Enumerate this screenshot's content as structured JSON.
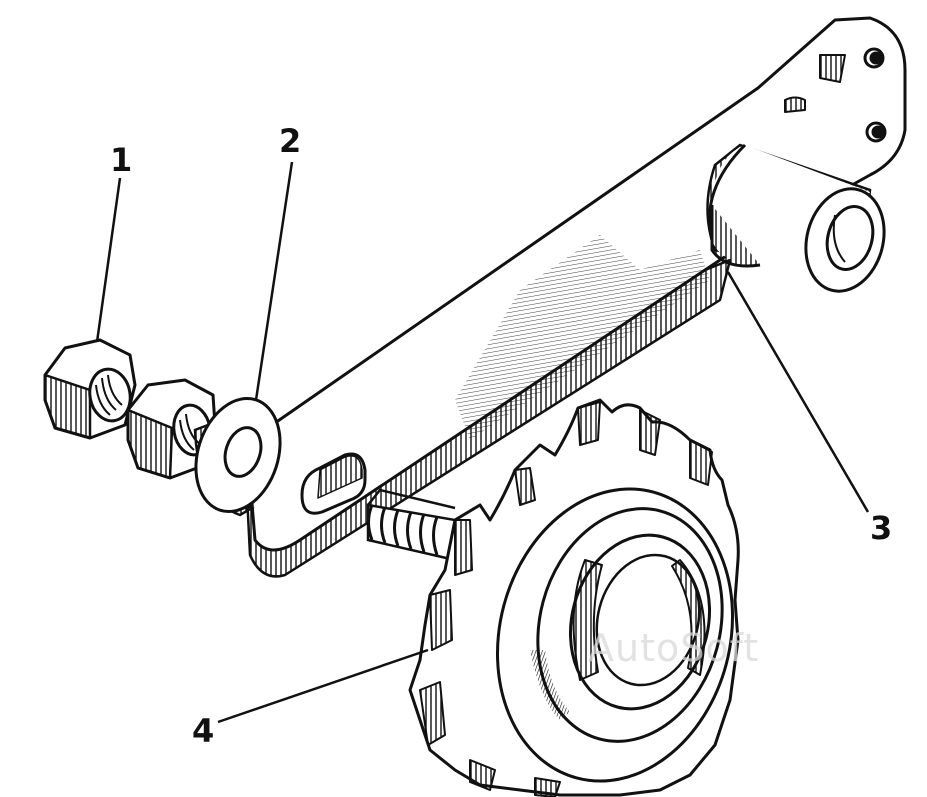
{
  "callouts": {
    "c1": "1",
    "c2": "2",
    "c3": "3",
    "c4": "4"
  },
  "watermark": "AutoSoft",
  "colors": {
    "ink": "#111111",
    "paper": "#ffffff",
    "watermark": "#d9d9d9"
  }
}
